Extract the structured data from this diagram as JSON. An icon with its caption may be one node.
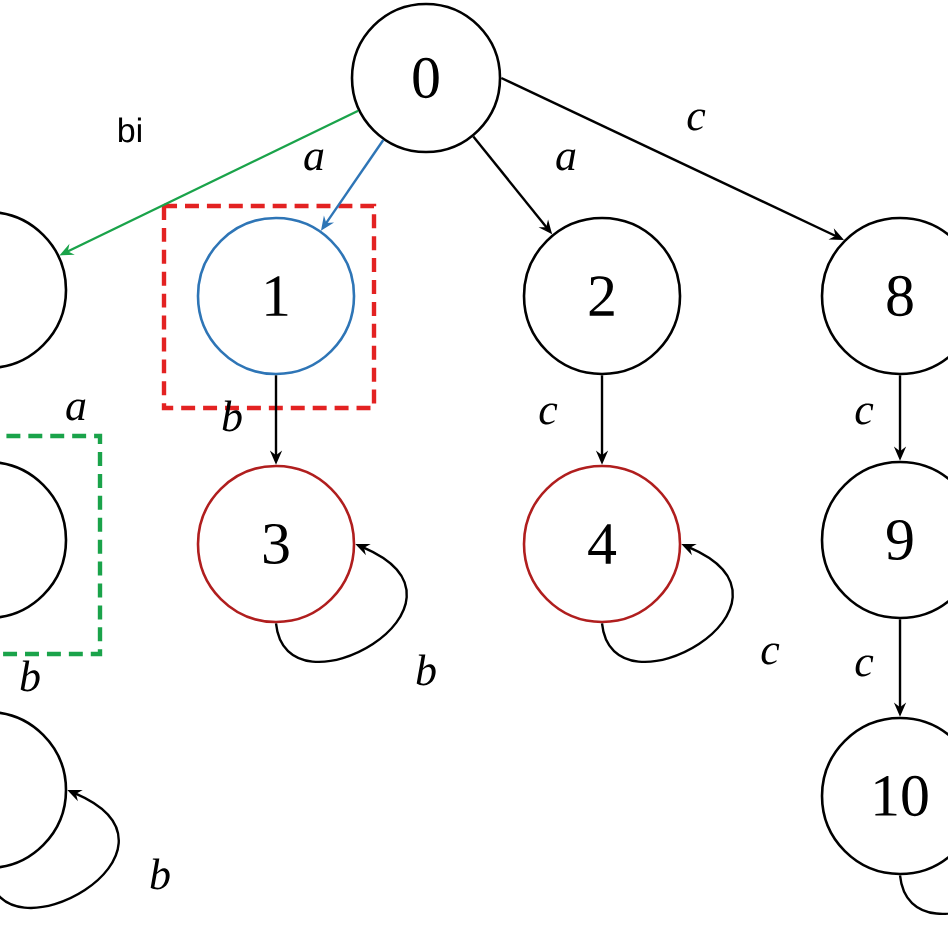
{
  "diagram": {
    "nodes": [
      {
        "text": [
          "0"
        ]
      },
      {
        "text": [],
        "shape": "circle"
      },
      {
        "text": [
          "1"
        ]
      },
      {
        "text": [
          "2"
        ]
      },
      {
        "text": [
          "8"
        ]
      },
      {
        "text": [],
        "shape": "circle"
      },
      {
        "text": [
          "3"
        ]
      },
      {
        "text": [
          "4"
        ]
      },
      {
        "text": [
          "9"
        ]
      },
      {
        "text": [],
        "shape": "circle"
      },
      {
        "text": [
          "10"
        ]
      }
    ],
    "edges": [
      {
        "from": 0,
        "to": 1,
        "arrow": "to",
        "label": "bi",
        "color": "#1aa34a"
      },
      {
        "from": 0,
        "to": 2,
        "arrow": "to",
        "label": "a",
        "color": "#2e75b6"
      },
      {
        "from": 0,
        "to": 3,
        "arrow": "to",
        "label": "a"
      },
      {
        "from": 0,
        "to": 4,
        "arrow": "to",
        "label": "c"
      },
      {
        "from": 2,
        "to": 6,
        "arrow": "to",
        "label": "b"
      },
      {
        "from": 3,
        "to": 7,
        "arrow": "to",
        "label": "c"
      },
      {
        "from": 4,
        "to": 8,
        "arrow": "to",
        "label": "c"
      },
      {
        "from": 8,
        "to": 10,
        "arrow": "to",
        "label": "c"
      },
      {
        "from": 6,
        "to": 6,
        "arrow": "to",
        "label": "b"
      },
      {
        "from": 7,
        "to": 7,
        "arrow": "to",
        "label": "c"
      },
      {
        "from": 9,
        "to": 9,
        "arrow": "to",
        "label": "b"
      },
      {
        "from": 10,
        "to": 10,
        "arrow": "none"
      }
    ],
    "labels": [
      "a",
      "b"
    ]
  }
}
